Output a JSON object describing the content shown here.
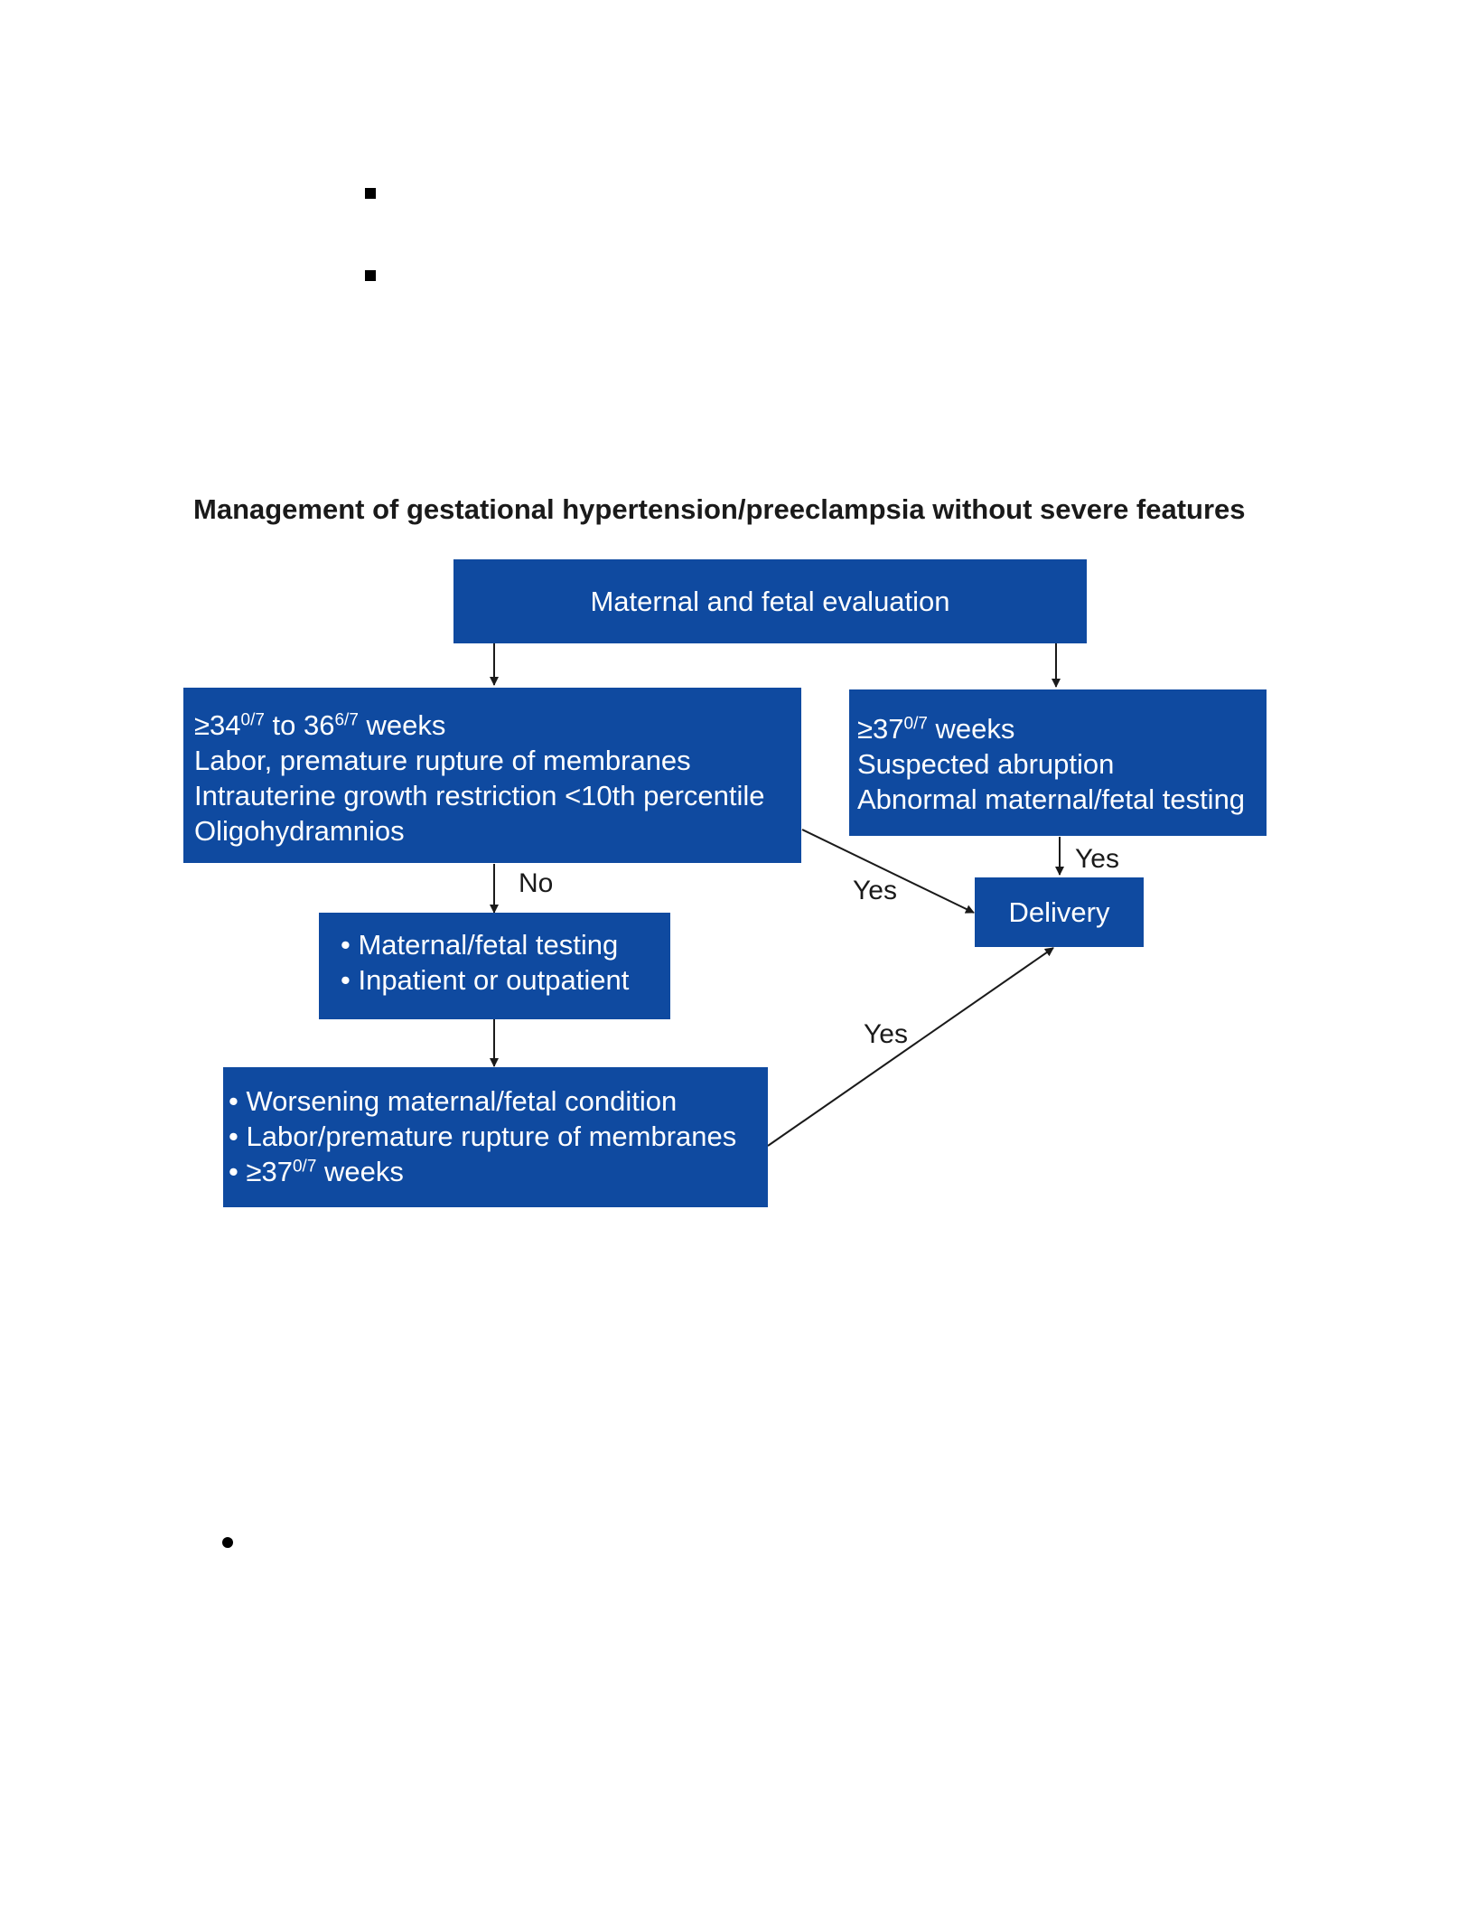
{
  "document": {
    "title": "Management of gestational hypertension/preeclampsia without severe features"
  },
  "flowchart": {
    "nodes": {
      "evaluation": {
        "text": "Maternal and fetal evaluation"
      },
      "left_criteria": {
        "ga_prefix": "≥34",
        "ga_sup1": "0/7",
        "ga_mid": " to 36",
        "ga_sup2": "6/7",
        "ga_suffix": " weeks",
        "line2": "Labor, premature rupture of membranes",
        "line3": "Intrauterine growth restriction <10th percentile",
        "line4": "Oligohydramnios"
      },
      "right_criteria": {
        "ga_prefix": "≥37",
        "ga_sup": "0/7",
        "ga_suffix": " weeks",
        "line2": "Suspected abruption",
        "line3": "Abnormal maternal/fetal testing"
      },
      "delivery": {
        "text": "Delivery"
      },
      "testing": {
        "line1": "• Maternal/fetal testing",
        "line2": "• Inpatient or outpatient"
      },
      "worsening": {
        "line1": "• Worsening maternal/fetal condition",
        "line2": "• Labor/premature rupture of membranes",
        "line3_prefix": "• ≥37",
        "line3_sup": "0/7",
        "line3_suffix": " weeks"
      }
    },
    "edge_labels": {
      "left_no": "No",
      "left_yes": "Yes",
      "right_yes": "Yes",
      "worsening_yes": "Yes"
    },
    "colors": {
      "box_fill": "#0f4aa0",
      "box_text": "#ffffff",
      "arrow": "#1a1a1a"
    }
  }
}
